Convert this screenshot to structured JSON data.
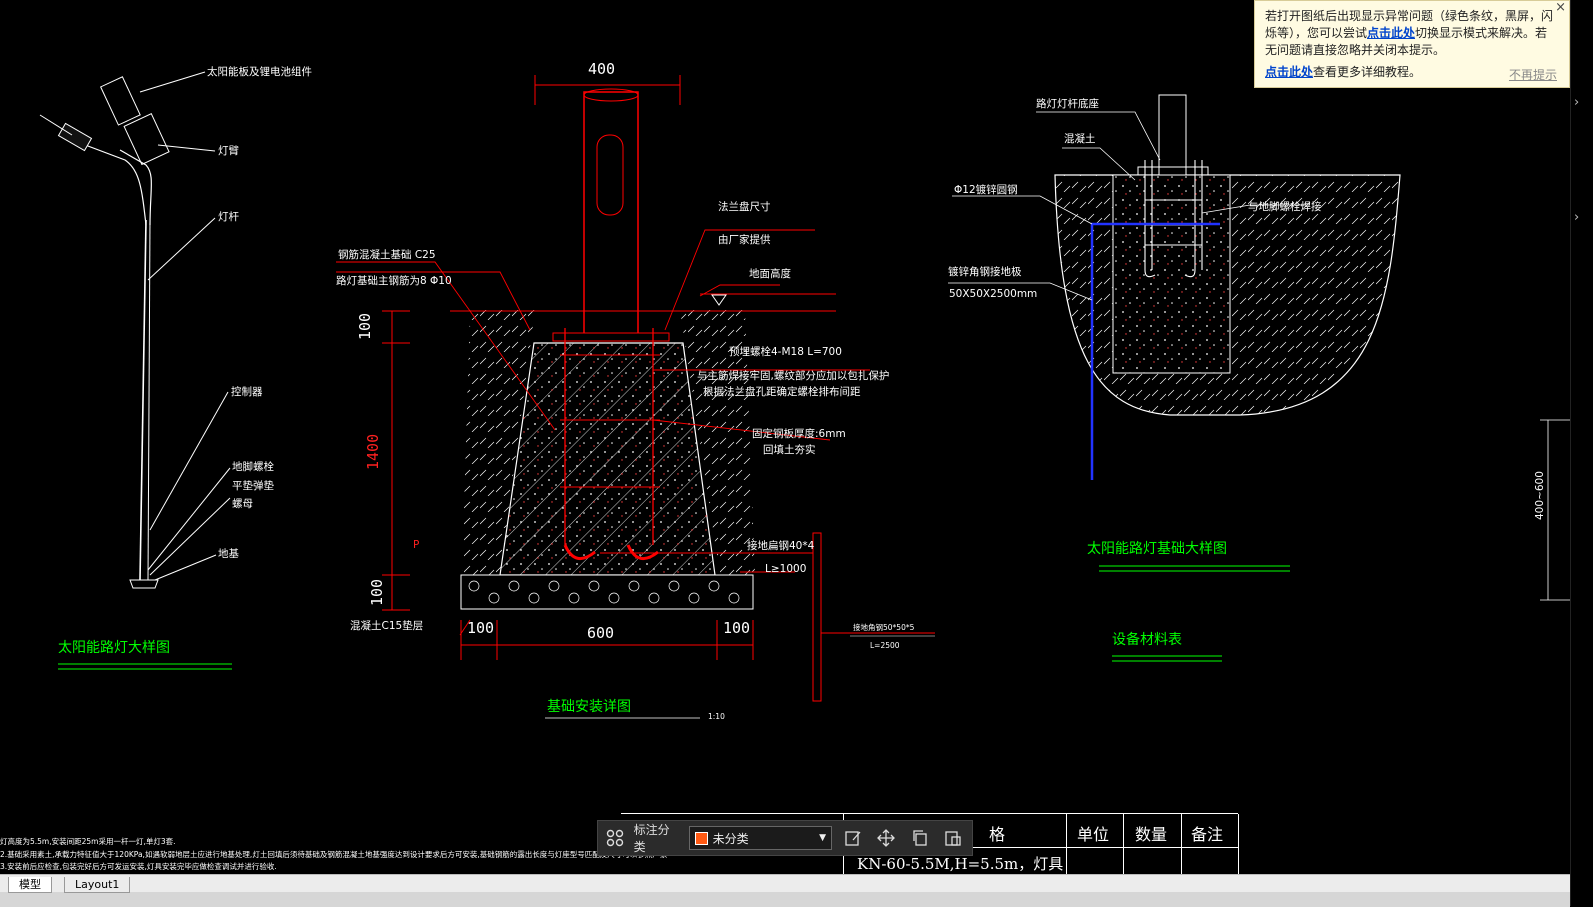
{
  "notice": {
    "text1": "若打开图纸后出现显示异常问题（绿色条纹，黑屏，闪烁等），您可以尝试",
    "link1": "点击此处",
    "text2": "切换显示模式来解决。若无问题请直接忽略并关闭本提示。",
    "link2": "点击此处",
    "text3": "查看更多详细教程。",
    "no_more": "不再提示",
    "close": "×"
  },
  "left_detail": {
    "title": "太阳能路灯大样图",
    "labels": {
      "solar_panel": "太阳能板及锂电池组件",
      "lamp_head": "灯臂",
      "pole": "灯杆",
      "controller": "控制器",
      "anchor_bolt": "地脚螺栓",
      "washer": "平垫弹垫",
      "nut": "螺母",
      "foundation": "地基"
    },
    "notes": [
      "灯高度为5.5m,安装间距25m采用一杆一灯,单灯3套.",
      "2.基础采用素土,承载力特征值大于120KPa,如遇软弱地层土应进行地基处理,灯土回填后须待基础及钢筋混凝土地基强度达到设计要求后方可安装,基础钢筋的露出长度与灯座型号匹配及尺寸可以参照厂家",
      "3.安装前后应检查,包装完好后方可发运安装,灯具安装完毕应做检查调试并进行验收."
    ]
  },
  "center_detail": {
    "title": "基础安装详图",
    "scale": "1:10",
    "dims": {
      "top": "400",
      "h1": "100",
      "h2": "1400",
      "h3": "100",
      "b1": "100",
      "b2": "600",
      "b3": "100",
      "p": "P"
    },
    "labels": {
      "rc_c25": "钢筋混凝土基础 C25",
      "rebar": "路灯基础主钢筋为8 Φ10",
      "flange": "法兰盘尺寸",
      "supplier": "由厂家提供",
      "ground": "地面高度",
      "embed_bolt": "预埋螺栓4-M18  L=700",
      "weld_note1": "与主筋焊接牢固,螺纹部分应加以包扎保护",
      "weld_note2": "根据法兰盘孔距确定螺栓排布间距",
      "plate": "固定钢板厚度:6mm",
      "backfill": "回填土夯实",
      "ground_wire": "接地扁钢40*4",
      "l_1000": "L≥1000",
      "c15": "混凝土C15垫层",
      "angle_steel": "接地角钢50*50*5",
      "l_2500": "L=2500"
    }
  },
  "right_detail": {
    "title": "太阳能路灯基础大样图",
    "labels": {
      "base": "路灯灯杆底座",
      "concrete": "混凝土",
      "round_steel": "Φ12镀锌圆钢",
      "weld": "与地脚螺栓焊接",
      "ground_pole": "镀锌角钢接地极",
      "size": "50X50X2500mm"
    },
    "side_dim": "400~600"
  },
  "material_table": {
    "title": "设备材料表",
    "headers": [
      "格",
      "单位",
      "数量",
      "备注"
    ],
    "row1": "KN-60-5.5M,H=5.5m，灯具"
  },
  "toolbar": {
    "label": "标注分类",
    "selected": "未分类",
    "swatch_color": "#ff5a14"
  },
  "tabs": [
    "模型",
    "Layout1"
  ],
  "colors": {
    "accent_red": "#ff0000",
    "title_green": "#00ff00",
    "ground_blue": "#2233ff"
  }
}
